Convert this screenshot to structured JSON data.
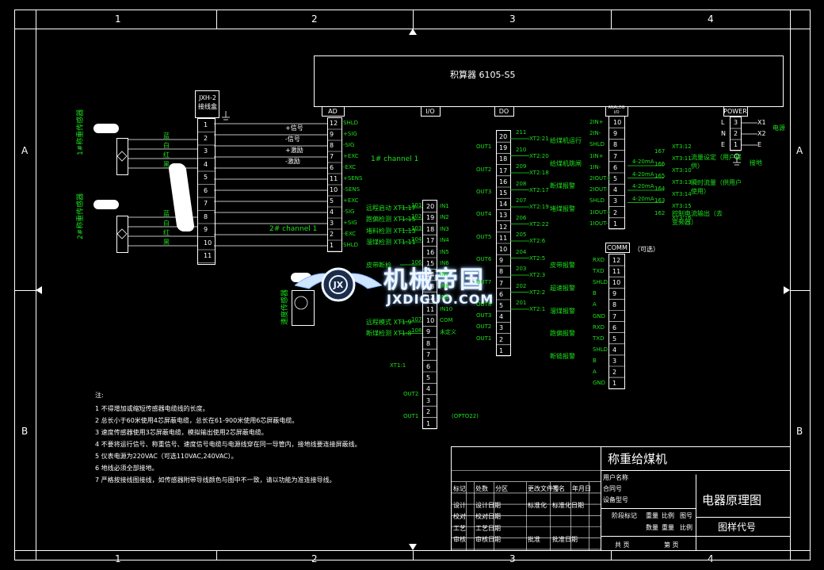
{
  "zones": {
    "top": [
      "1",
      "2",
      "3",
      "4"
    ],
    "bottom": [
      "1",
      "2",
      "3",
      "4"
    ],
    "left": [
      "A",
      "B"
    ],
    "right": [
      "A",
      "B"
    ]
  },
  "controller": {
    "title": "积算器 6105-S5"
  },
  "headers": {
    "ad": "AD",
    "io": "I/O",
    "do": "DO",
    "analog": "ANALOG I/O",
    "power": "POWER",
    "comm": "COMM",
    "junction": "JXH-2 接线盒"
  },
  "sensors": {
    "s1": "1#称重传感器",
    "s2": "2#称重传感器",
    "speed": "速度传感器"
  },
  "wire_colors": [
    "蓝",
    "白",
    "红",
    "黑"
  ],
  "ad": {
    "pins": [
      "12",
      "9",
      "8",
      "7",
      "6",
      "11",
      "10",
      "5",
      "4",
      "3",
      "2",
      "1"
    ],
    "labels": [
      "SHLD",
      "+SIG",
      "-SIG",
      "+EXC",
      "-EXC",
      "+SENS",
      "-SENS",
      "+EXC",
      "-SIG",
      "+SIG",
      "-EXC",
      "SHLD"
    ],
    "signals": [
      "+信号",
      "-信号",
      "+激励",
      "-激励"
    ],
    "ch1": "1# channel 1",
    "ch2": "2# channel 1"
  },
  "junction_pins": [
    "1",
    "2",
    "3",
    "4",
    "5",
    "6",
    "7",
    "8",
    "9",
    "10",
    "11"
  ],
  "io": {
    "pins": [
      "20",
      "19",
      "18",
      "17",
      "16",
      "15",
      "14",
      "13",
      "12",
      "11",
      "10",
      "9",
      "8",
      "7",
      "6",
      "5",
      "4",
      "3",
      "2",
      "1"
    ],
    "right": [
      "IN1",
      "IN2",
      "IN3",
      "IN4",
      "IN5",
      "IN6",
      "IN7",
      "IN8",
      "IN9",
      "IN10",
      "COM",
      "未定义",
      "",
      "",
      ""
    ],
    "inputs": [
      {
        "label": "远程启动 XT1:17",
        "node": "101"
      },
      {
        "label": "跑偏检测 XT1:15",
        "node": "102"
      },
      {
        "label": "堵料检测 XT1:13",
        "node": "103"
      },
      {
        "label": "溜煤检测 XT1:11",
        "node": "104"
      },
      {
        "label": "皮带断检",
        "node": "106"
      },
      {
        "label": "远程模式 XT1:9",
        "node": "107"
      },
      {
        "label": "断煤检测 XT1:8",
        "node": "108"
      }
    ],
    "com": "XT1:1",
    "out2": "OUT2",
    "out1": "OUT1",
    "opto": "(OPTO22)"
  },
  "do": {
    "pins": [
      "20",
      "19",
      "18",
      "17",
      "16",
      "15",
      "14",
      "13",
      "12",
      "11",
      "10",
      "9",
      "8",
      "7",
      "6",
      "5",
      "4",
      "3",
      "2",
      "1"
    ],
    "outs": [
      "OUT1",
      "OUT2",
      "OUT3",
      "OUT4",
      "OUT5",
      "OUT6",
      "OUT7",
      "OUT8",
      "OUT3",
      "OUT2",
      "OUT1"
    ],
    "relays": [
      "给煤机运行",
      "给煤机跳闸",
      "断煤报警",
      "堵煤报警",
      "皮带报警",
      "超速报警",
      "溜煤报警",
      "跑偏报警",
      "断链报警"
    ],
    "terms": [
      "XT2:21",
      "XT2:20",
      "XT2:18",
      "XT2:17",
      "XT2:19",
      "XT2:22",
      "XT2:6",
      "XT2:5",
      "XT2:3",
      "XT2:2",
      "XT2:1"
    ],
    "nodes": [
      "211",
      "210",
      "209",
      "208",
      "207",
      "206",
      "205",
      "204",
      "203",
      "202",
      "201"
    ]
  },
  "analog": {
    "pins": [
      "10",
      "9",
      "8",
      "7",
      "6",
      "5",
      "4",
      "3",
      "2",
      "1"
    ],
    "labels": [
      "2IN+",
      "2IN-",
      "SHLD",
      "1IN+",
      "1IN-",
      "2IOUT+",
      "2IOUT-",
      "SHLD",
      "1IOUT+",
      "1IOUT-"
    ],
    "ranges": [
      "4-20mA",
      "4-20mA",
      "4-20mA",
      "4-20mA"
    ],
    "notes": [
      "流量设定（用户提供）",
      "瞬时流量（供用户使用）",
      "控制电流输出（去变频器）"
    ],
    "terms": [
      "XT3:12",
      "XT3:11",
      "XT3:10",
      "XT3:13",
      "XT3:14",
      "XT3:15",
      "XT3:16"
    ],
    "nodes": [
      "167",
      "166",
      "165",
      "164",
      "163",
      "162"
    ]
  },
  "power": {
    "pins": [
      "3",
      "2",
      "1"
    ],
    "labels": [
      "L",
      "N",
      "E"
    ],
    "terms": [
      "X1",
      "X2",
      "E"
    ],
    "supply": "电源",
    "ground": "接地"
  },
  "comm": {
    "pins": [
      "12",
      "11",
      "10",
      "9",
      "8",
      "7",
      "6",
      "5",
      "4",
      "3",
      "2",
      "1"
    ],
    "labels": [
      "RXD",
      "TXD",
      "SHLD",
      "B",
      "A",
      "GND",
      "RXD",
      "TXD",
      "SHLD",
      "B",
      "A",
      "GND"
    ],
    "optional": "（可选）"
  },
  "notes": {
    "title": "注:",
    "lines": [
      "1  不得增加或缩短传感器电缆线的长度。",
      "2  总长小于60米使用4芯屏蔽电缆，总长在61-900米使用6芯屏蔽电缆。",
      "3  速度传感器使用3芯屏蔽电缆，模拟输出使用2芯屏蔽电缆。",
      "4  不要将运行信号、称重信号、速度信号电缆与电源线穿在同一导管内，接地线要连接屏蔽线。",
      "5  仪表电源为220VAC（可选110VAC,240VAC）。",
      "6  地线必须全部接地。",
      "7  严格按接线图接线，如传感器附带导线颜色与图中不一致，请以功能为准连接导线。"
    ]
  },
  "titleblock": {
    "project": "称重给煤机",
    "drawing": "电器原理图",
    "drawing_no": "图样代号",
    "rows": [
      [
        "标记",
        "处数",
        "分区",
        "更改文件号",
        "签名",
        "年月日"
      ],
      [
        "设计",
        "设计日期",
        "标准化",
        "标准化日期"
      ],
      [
        "校对",
        "校对日期"
      ],
      [
        "工艺",
        "工艺日期"
      ],
      [
        "审核",
        "审核日期",
        "批准",
        "批准日期"
      ]
    ],
    "side": [
      "用户名称",
      "合同号",
      "设备型号"
    ],
    "stage": [
      "阶段标记",
      "重量",
      "比例",
      "图号"
    ],
    "stage2": [
      "数量",
      "重量",
      "比例"
    ],
    "sheets": [
      "共  页",
      "第  页"
    ]
  },
  "logo": {
    "cn": "机械帝国",
    "en": "JXDIGUO.COM"
  }
}
